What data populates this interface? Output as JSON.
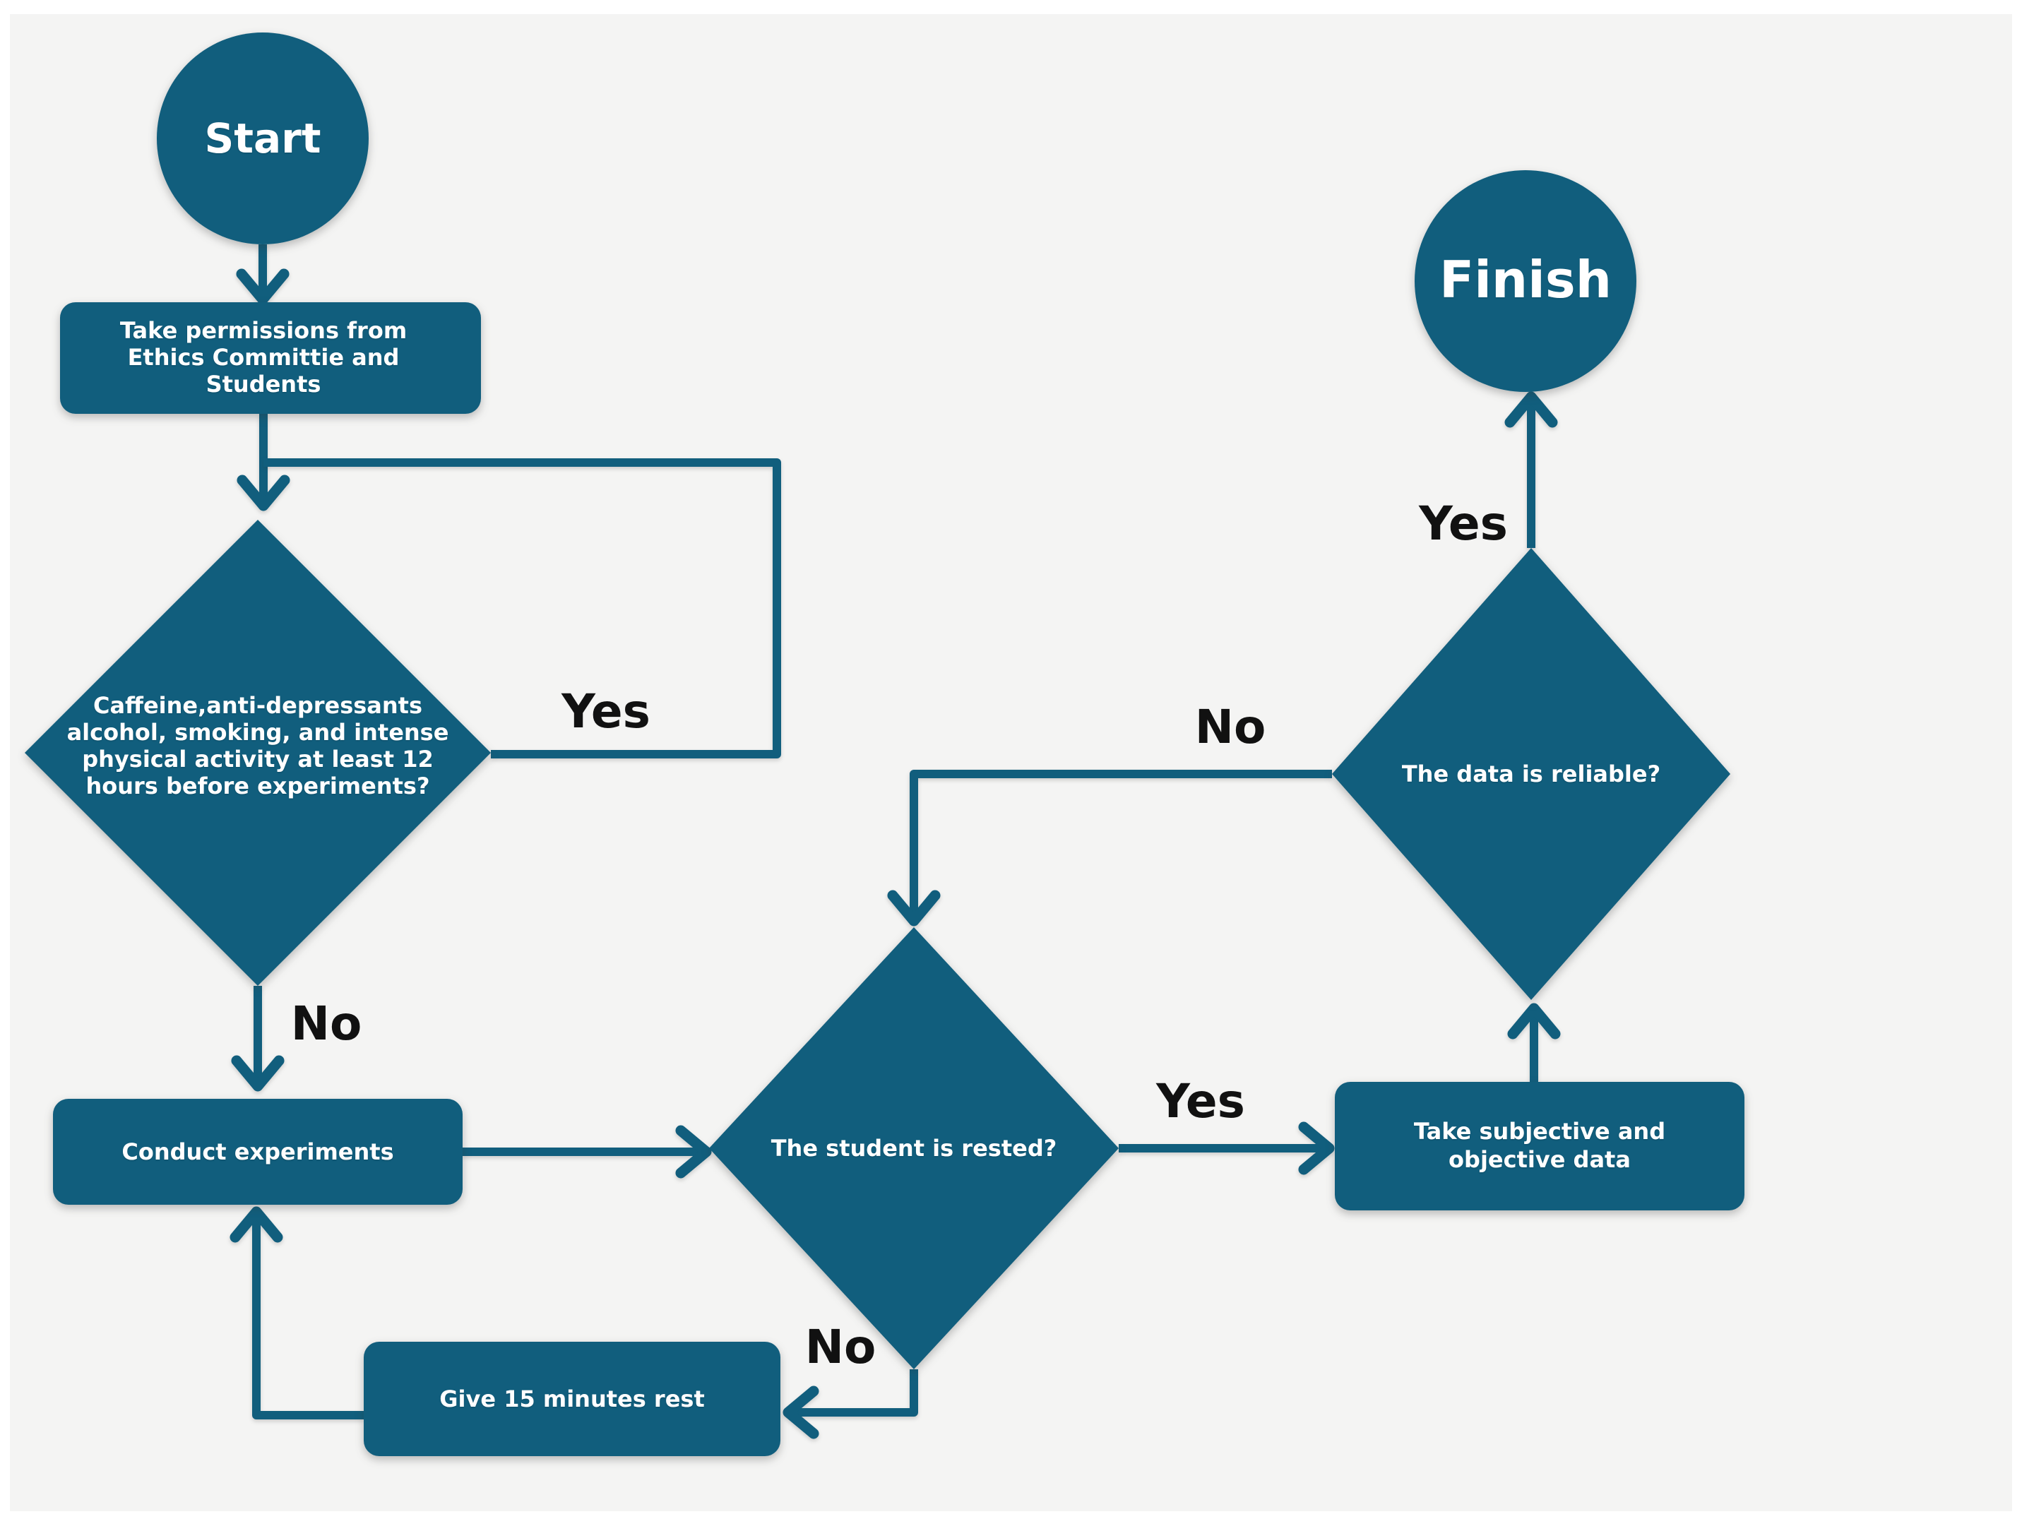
{
  "figure": {
    "type": "flowchart",
    "description": "Experiment procedure flowchart"
  },
  "colors": {
    "node_fill": "#115e7d",
    "edge": "#115e7d",
    "node_text": "#ffffff",
    "edge_label": "#111111",
    "panel_bg": "#f4f4f3",
    "page_bg": "#ffffff"
  },
  "nodes": {
    "start": {
      "shape": "circle",
      "label": "Start"
    },
    "permissions": {
      "shape": "rounded-rect",
      "label": "Take permissions from\nEthics Committie and\nStudents"
    },
    "screening": {
      "shape": "diamond",
      "label": "Caffeine,anti-depressants\nalcohol, smoking, and intense\nphysical activity at least 12\nhours before experiments?"
    },
    "conduct": {
      "shape": "rounded-rect",
      "label": "Conduct experiments"
    },
    "rested": {
      "shape": "diamond",
      "label": "The student is rested?"
    },
    "give_rest": {
      "shape": "rounded-rect",
      "label": "Give 15 minutes rest"
    },
    "take_data": {
      "shape": "rounded-rect",
      "label": "Take subjective and\nobjective data"
    },
    "reliable": {
      "shape": "diamond",
      "label": "The data is reliable?"
    },
    "finish": {
      "shape": "circle",
      "label": "Finish"
    }
  },
  "edge_labels": {
    "screening_yes": "Yes",
    "screening_no": "No",
    "rested_yes": "Yes",
    "rested_no": "No",
    "reliable_yes": "Yes",
    "reliable_no": "No"
  }
}
